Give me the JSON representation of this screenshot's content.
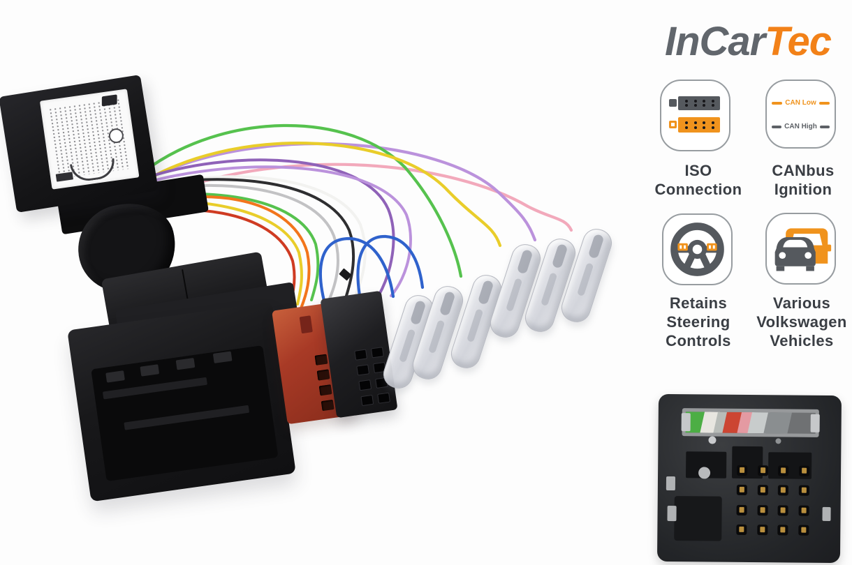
{
  "brand": {
    "name_prefix": "InCar",
    "name_suffix": "Tec",
    "prefix_color": "#61666c",
    "suffix_color": "#f28118"
  },
  "features": [
    {
      "icon": "iso-connector-icon",
      "caption_lines": [
        "ISO",
        "Connection"
      ]
    },
    {
      "icon": "canbus-ignition-icon",
      "caption_lines": [
        "CANbus",
        "Ignition"
      ],
      "can_low": "CAN Low",
      "can_high": "CAN High"
    },
    {
      "icon": "steering-wheel-icon",
      "caption_lines": [
        "Retains",
        "Steering",
        "Controls"
      ]
    },
    {
      "icon": "volkswagen-cars-icon",
      "caption_lines": [
        "Various",
        "Volkswagen",
        "Vehicles"
      ]
    }
  ],
  "style_colors": {
    "icon_gray": "#55595e",
    "icon_orange": "#f0931d",
    "caption_gray": "#3a3e44",
    "card_border": "#979ca0"
  },
  "harness": {
    "objects": [
      "canbus-interface-module",
      "quadlock-plug",
      "iso-connector-red",
      "iso-connector-black",
      "bullet-terminals",
      "quadlock-face-photo"
    ],
    "wire_colors": {
      "green": "#56c24e",
      "yellow": "#e9cd2a",
      "lilac": "#bb92dc",
      "pink": "#f2a9bb",
      "orange": "#f2751c",
      "red": "#cf3b22",
      "blue": "#2f62cc",
      "purple": "#8f62b8",
      "white": "#f2f2f0",
      "black": "#2e2e30",
      "gray": "#c2c2c4"
    },
    "terminal_wires": [
      "blue",
      "blue",
      "green",
      "yellow",
      "lilac",
      "pink"
    ],
    "slot_wire_chips": [
      "#4cae44",
      "#e8e6e0",
      "#b8bcb8",
      "#cc4532",
      "#e49aa2",
      "#c8cccc",
      "#8a8e90"
    ]
  }
}
